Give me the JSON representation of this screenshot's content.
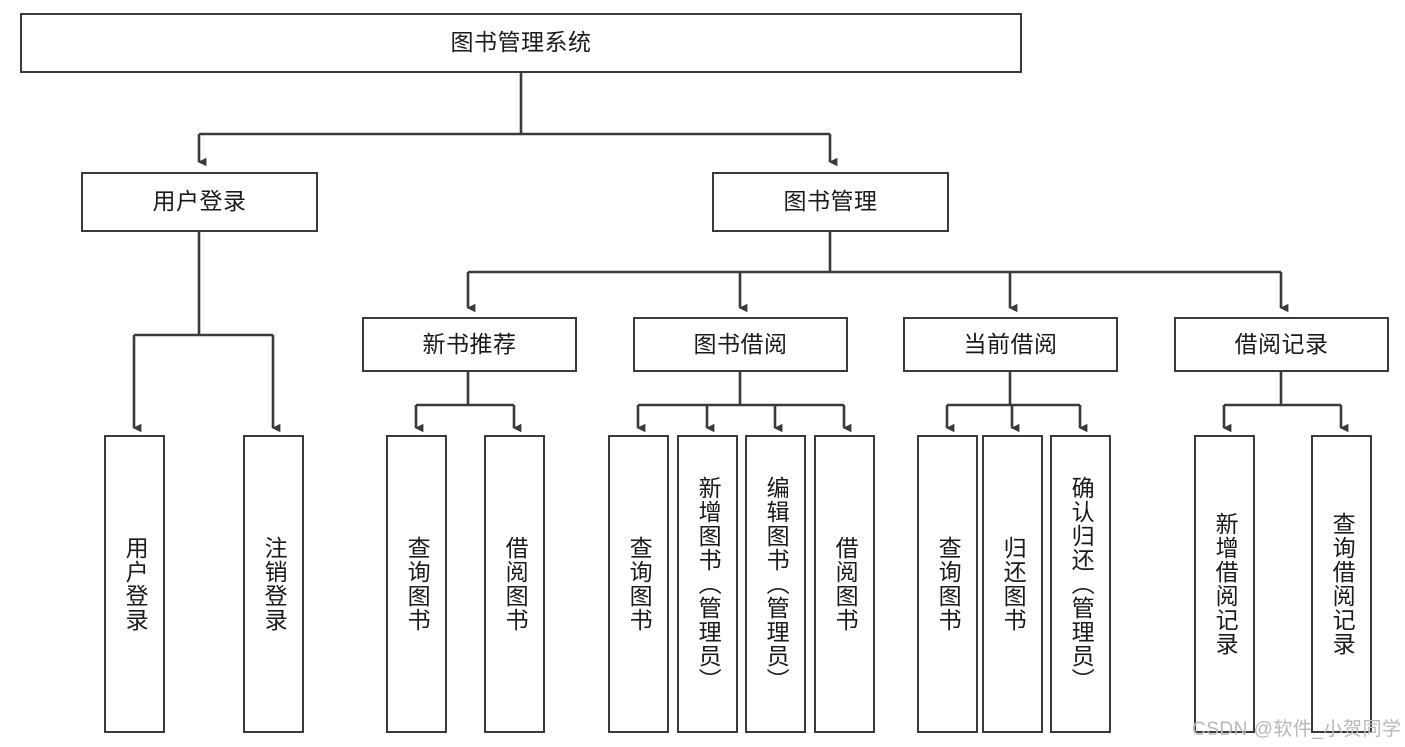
{
  "diagram": {
    "title": "图书管理系统",
    "type": "tree-hierarchy-chart",
    "watermark": "CSDN @软件_小贺同学",
    "colors": {
      "border": "#3a3a3a",
      "background": "#ffffff",
      "text": "#1a1a1a",
      "watermark": "#b8b8b8"
    },
    "nodes": {
      "root": {
        "label": "图书管理系统"
      },
      "level2": [
        {
          "id": "user-login",
          "label": "用户登录"
        },
        {
          "id": "book-manage",
          "label": "图书管理"
        }
      ],
      "level3": [
        {
          "id": "new-book-recommend",
          "label": "新书推荐"
        },
        {
          "id": "book-borrow",
          "label": "图书借阅"
        },
        {
          "id": "current-borrow",
          "label": "当前借阅"
        },
        {
          "id": "borrow-record",
          "label": "借阅记录"
        }
      ],
      "leaves": {
        "user_login": [
          {
            "id": "leaf-user-login",
            "label": "用户登录"
          },
          {
            "id": "leaf-logout-login",
            "label": "注销登录"
          }
        ],
        "new_book_recommend": [
          {
            "id": "leaf-query-book-1",
            "label": "查询图书"
          },
          {
            "id": "leaf-borrow-book-1",
            "label": "借阅图书"
          }
        ],
        "book_borrow": [
          {
            "id": "leaf-query-book-2",
            "label": "查询图书"
          },
          {
            "id": "leaf-add-book",
            "label": "新增图书（管理员）"
          },
          {
            "id": "leaf-edit-book",
            "label": "编辑图书（管理员）"
          },
          {
            "id": "leaf-borrow-book-2",
            "label": "借阅图书"
          }
        ],
        "current_borrow": [
          {
            "id": "leaf-query-book-3",
            "label": "查询图书"
          },
          {
            "id": "leaf-return-book",
            "label": "归还图书"
          },
          {
            "id": "leaf-confirm-return",
            "label": "确认归还（管理员）"
          }
        ],
        "borrow_record": [
          {
            "id": "leaf-add-borrow-record",
            "label": "新增借阅记录"
          },
          {
            "id": "leaf-query-borrow-record",
            "label": "查询借阅记录"
          }
        ]
      }
    }
  }
}
